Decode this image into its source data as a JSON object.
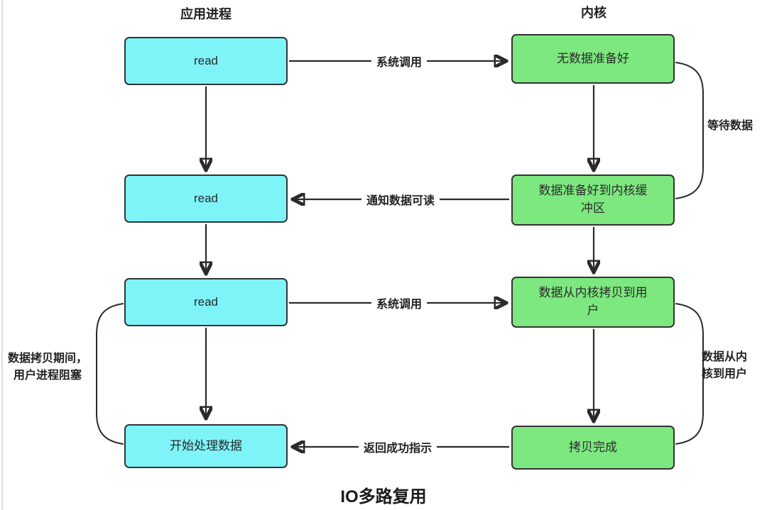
{
  "diagram": {
    "bottom_title": "IO多路复用",
    "headers": {
      "left": "应用进程",
      "right": "内核"
    },
    "left_boxes": [
      {
        "label": "read"
      },
      {
        "label": "read"
      },
      {
        "label": "read"
      },
      {
        "label": "开始处理数据"
      }
    ],
    "right_boxes": [
      {
        "label": "无数据准备好"
      },
      {
        "label": "数据准备好到内核缓冲区"
      },
      {
        "label": "数据从内核拷贝到用户"
      },
      {
        "label": "拷贝完成"
      }
    ],
    "arrow_labels": {
      "syscall_1": "系统调用",
      "notify_readable": "通知数据可读",
      "syscall_2": "系统调用",
      "return_success": "返回成功指示"
    },
    "annotations": {
      "wait_data": "等待数据",
      "kernel_to_user": "数据从内核到用户",
      "blocking": "数据拷贝期间，用户进程阻塞"
    },
    "colors": {
      "process_box_fill": "#7EF4F8",
      "kernel_box_fill": "#7DE87F",
      "box_border": "#333333",
      "arrow": "#2A2A2A",
      "background": "#FFFFFF"
    }
  }
}
